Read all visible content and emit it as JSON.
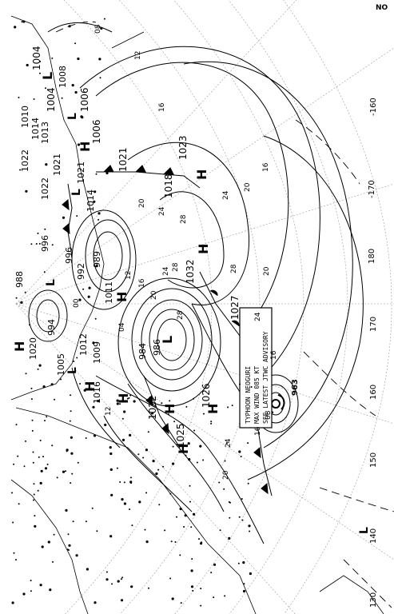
{
  "map": {
    "pressure_labels": [
      "1004",
      "1006",
      "1006",
      "1004",
      "1008",
      "1010",
      "1013",
      "1014",
      "1022",
      "1021",
      "1022",
      "1021",
      "1014",
      "1018",
      "1023",
      "1021",
      "1032",
      "1027",
      "1011",
      "1012",
      "1009",
      "1005",
      "1016",
      "1022",
      "1025",
      "1026",
      "1020",
      "996",
      "992",
      "988",
      "994",
      "989",
      "984",
      "986",
      "996",
      "963"
    ],
    "isotherm_labels": [
      "08",
      "12",
      "16",
      "20",
      "24",
      "28",
      "28",
      "28",
      "24",
      "20",
      "16",
      "24",
      "20",
      "16",
      "08",
      "04",
      "00",
      "12",
      "16",
      "20",
      "24",
      "28",
      "24",
      "20",
      "16",
      "12"
    ],
    "highs": [
      "H",
      "H",
      "H",
      "H",
      "H",
      "H",
      "H",
      "H",
      "H",
      "H"
    ],
    "lows": [
      "L",
      "L",
      "L",
      "L",
      "L",
      "L",
      "L"
    ],
    "typhoon_box": {
      "line1": "TYPHOON NEOGURI",
      "line2": "MAX WIND 085 KT",
      "line3": "SEE LATEST JTWC ADVISORY",
      "pressure": "963"
    },
    "lon_labels": [
      "150",
      "160",
      "170",
      "180",
      "-170",
      "-160",
      "140",
      "130"
    ],
    "top_right_code": "NO",
    "colors": {
      "ink": "#000000",
      "paper": "#ffffff",
      "grid": "#9a9a9a"
    }
  }
}
